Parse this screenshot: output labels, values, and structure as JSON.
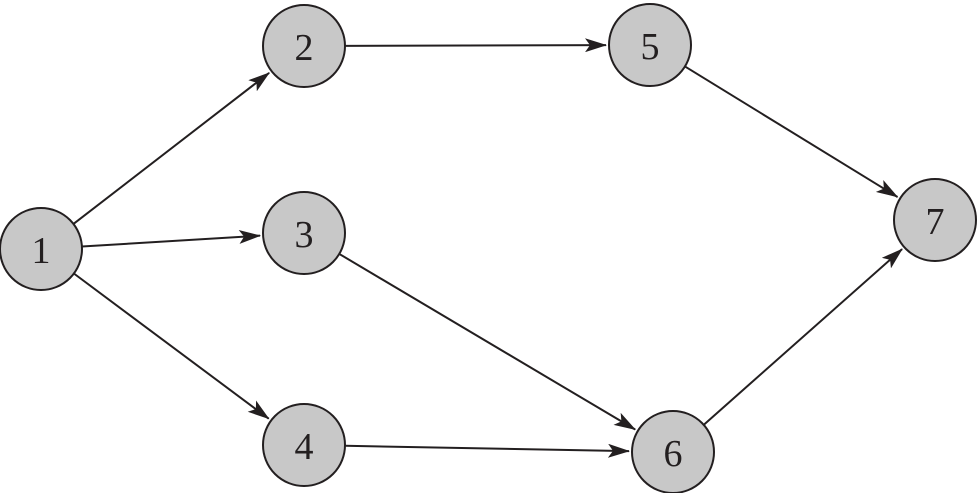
{
  "nodes": [
    {
      "id": "1",
      "label": "1"
    },
    {
      "id": "2",
      "label": "2"
    },
    {
      "id": "3",
      "label": "3"
    },
    {
      "id": "4",
      "label": "4"
    },
    {
      "id": "5",
      "label": "5"
    },
    {
      "id": "6",
      "label": "6"
    },
    {
      "id": "7",
      "label": "7"
    }
  ],
  "edges": [
    {
      "from": "1",
      "to": "2"
    },
    {
      "from": "1",
      "to": "3"
    },
    {
      "from": "1",
      "to": "4"
    },
    {
      "from": "2",
      "to": "5"
    },
    {
      "from": "3",
      "to": "6"
    },
    {
      "from": "4",
      "to": "6"
    },
    {
      "from": "5",
      "to": "7"
    },
    {
      "from": "6",
      "to": "7"
    }
  ],
  "colors": {
    "node_fill": "#c8c8c8",
    "stroke": "#231f20",
    "background": "#ffffff"
  }
}
